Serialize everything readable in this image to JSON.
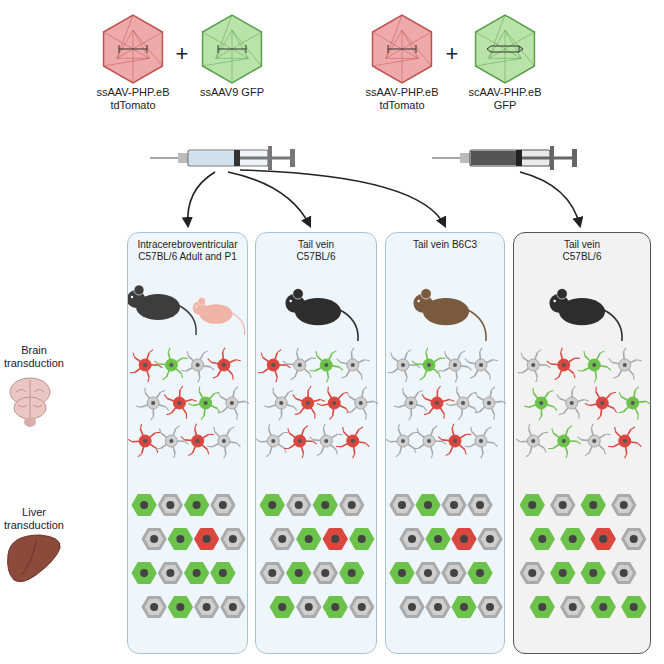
{
  "diagram": {
    "nodes": [
      {
        "text": [
          "ssAAV-PHP.eB tdTomato"
        ]
      },
      {
        "text": [
          "ssAAV9 GFP"
        ]
      },
      {
        "text": [
          "ssAAV-PHP.eB tdTomato"
        ]
      },
      {
        "text": [
          "scAAV-PHP.eB GFP"
        ]
      },
      {
        "text": [
          "Intracerebroventricular C57BL/6 Adult and P1"
        ]
      },
      {
        "text": [
          "Tail vein C57BL/6"
        ]
      },
      {
        "text": [
          "Tail vein B6C3"
        ]
      },
      {
        "text": [
          "Tail vein C57BL/6"
        ]
      }
    ],
    "labels": [
      "+",
      "+",
      "Brain transduction",
      "Liver transduction"
    ]
  }
}
